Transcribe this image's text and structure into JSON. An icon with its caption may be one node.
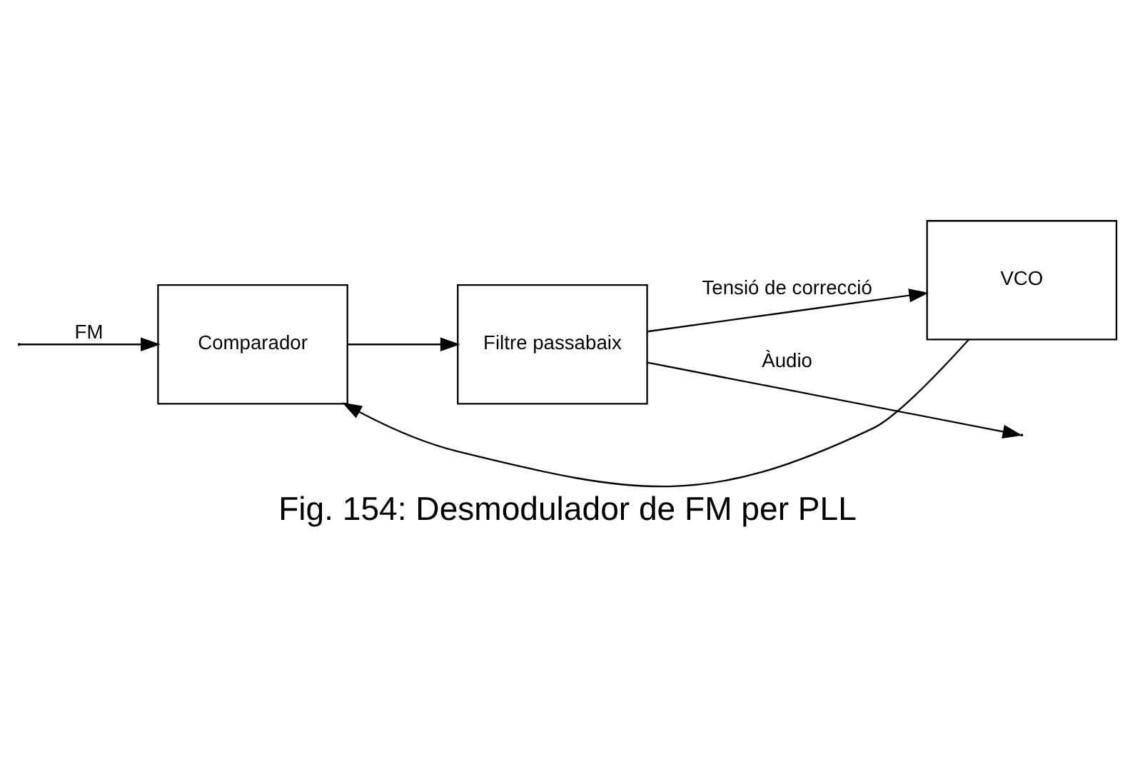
{
  "diagram": {
    "caption": "Fig. 154: Desmodulador de FM per PLL",
    "nodes": [
      {
        "text": [
          "Comparador"
        ]
      },
      {
        "text": [
          "Filtre passabaix"
        ]
      },
      {
        "text": [
          "VCO"
        ]
      }
    ],
    "edges": [
      {
        "from": null,
        "to": 0,
        "arrow": "to",
        "label": "FM"
      },
      {
        "from": 0,
        "to": 1,
        "arrow": "to"
      },
      {
        "from": 1,
        "to": 2,
        "arrow": "to",
        "label": "Tensió de correcció"
      },
      {
        "from": 1,
        "to": null,
        "arrow": "to",
        "label": "Àudio"
      },
      {
        "from": 2,
        "to": 0,
        "arrow": "to"
      }
    ]
  }
}
